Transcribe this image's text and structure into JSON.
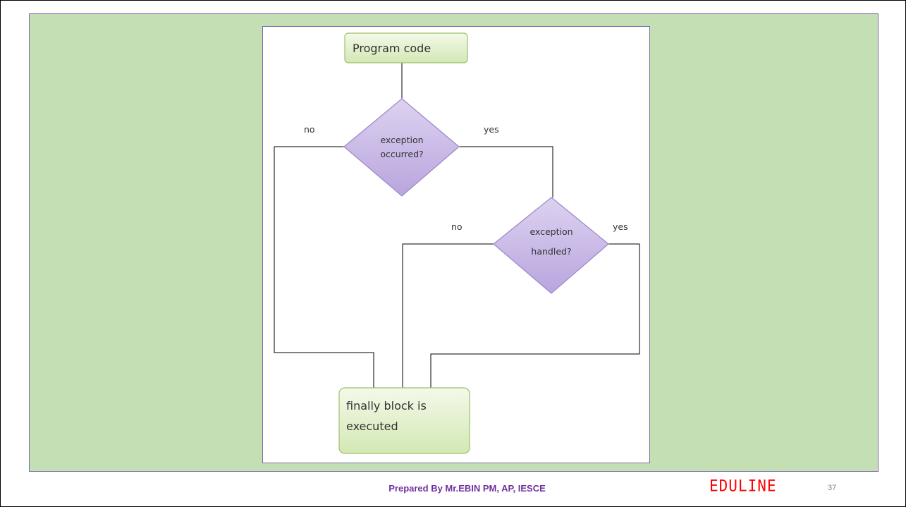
{
  "flowchart": {
    "start": "Program code",
    "decision1": {
      "line1": "exception",
      "line2": "occurred?"
    },
    "decision1_no": "no",
    "decision1_yes": "yes",
    "decision2": {
      "line1": "exception",
      "line2": "handled?"
    },
    "decision2_no": "no",
    "decision2_yes": "yes",
    "end": {
      "line1": "finally block is",
      "line2": "executed"
    }
  },
  "colors": {
    "panel_bg": "#c5dfb4",
    "process_fill": "#e6f2d2",
    "process_stroke": "#9bc26b",
    "decision_fill": "#cbbde6",
    "decision_stroke": "#9c86c9",
    "credit_text": "#7030a0",
    "logo_text": "#ff0000"
  },
  "footer": {
    "credit": "Prepared By  Mr.EBIN PM, AP, IESCE",
    "logo": "EDULINE",
    "page": "37"
  }
}
